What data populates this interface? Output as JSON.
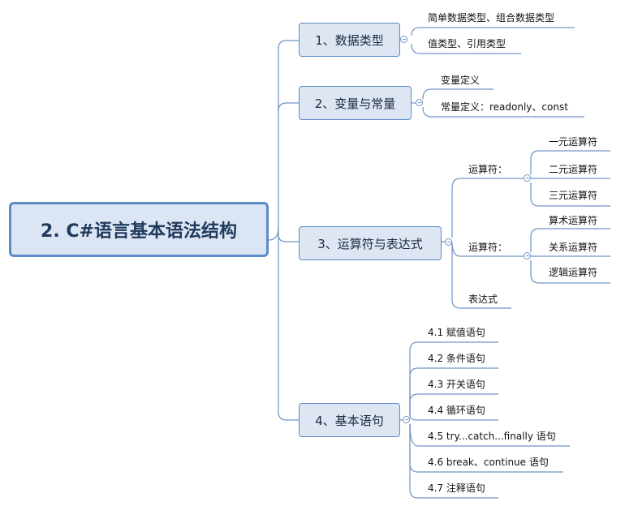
{
  "root": {
    "label": "2. C#语言基本语法结构"
  },
  "branches": [
    {
      "label": "1、数据类型",
      "children": [
        {
          "label": "简单数据类型、组合数据类型"
        },
        {
          "label": "值类型、引用类型"
        }
      ]
    },
    {
      "label": "2、变量与常量",
      "children": [
        {
          "label": "变量定义"
        },
        {
          "label": "常量定义：readonly、const"
        }
      ]
    },
    {
      "label": "3、运算符与表达式",
      "children": [
        {
          "label": "运算符：",
          "children": [
            {
              "label": "一元运算符"
            },
            {
              "label": "二元运算符"
            },
            {
              "label": "三元运算符"
            }
          ]
        },
        {
          "label": "运算符：",
          "children": [
            {
              "label": "算术运算符"
            },
            {
              "label": "关系运算符"
            },
            {
              "label": "逻辑运算符"
            }
          ]
        },
        {
          "label": "表达式"
        }
      ]
    },
    {
      "label": "4、基本语句",
      "children": [
        {
          "label": "4.1 赋值语句"
        },
        {
          "label": "4.2 条件语句"
        },
        {
          "label": "4.3 开关语句"
        },
        {
          "label": "4.4 循环语句"
        },
        {
          "label": "4.5 try...catch...finally 语句"
        },
        {
          "label": "4.6 break、continue 语句"
        },
        {
          "label": "4.7 注释语句"
        }
      ]
    }
  ],
  "colors": {
    "line": "#6f93c4",
    "node_border": "#5b8cc8",
    "node_fill": "#dde6f2"
  }
}
